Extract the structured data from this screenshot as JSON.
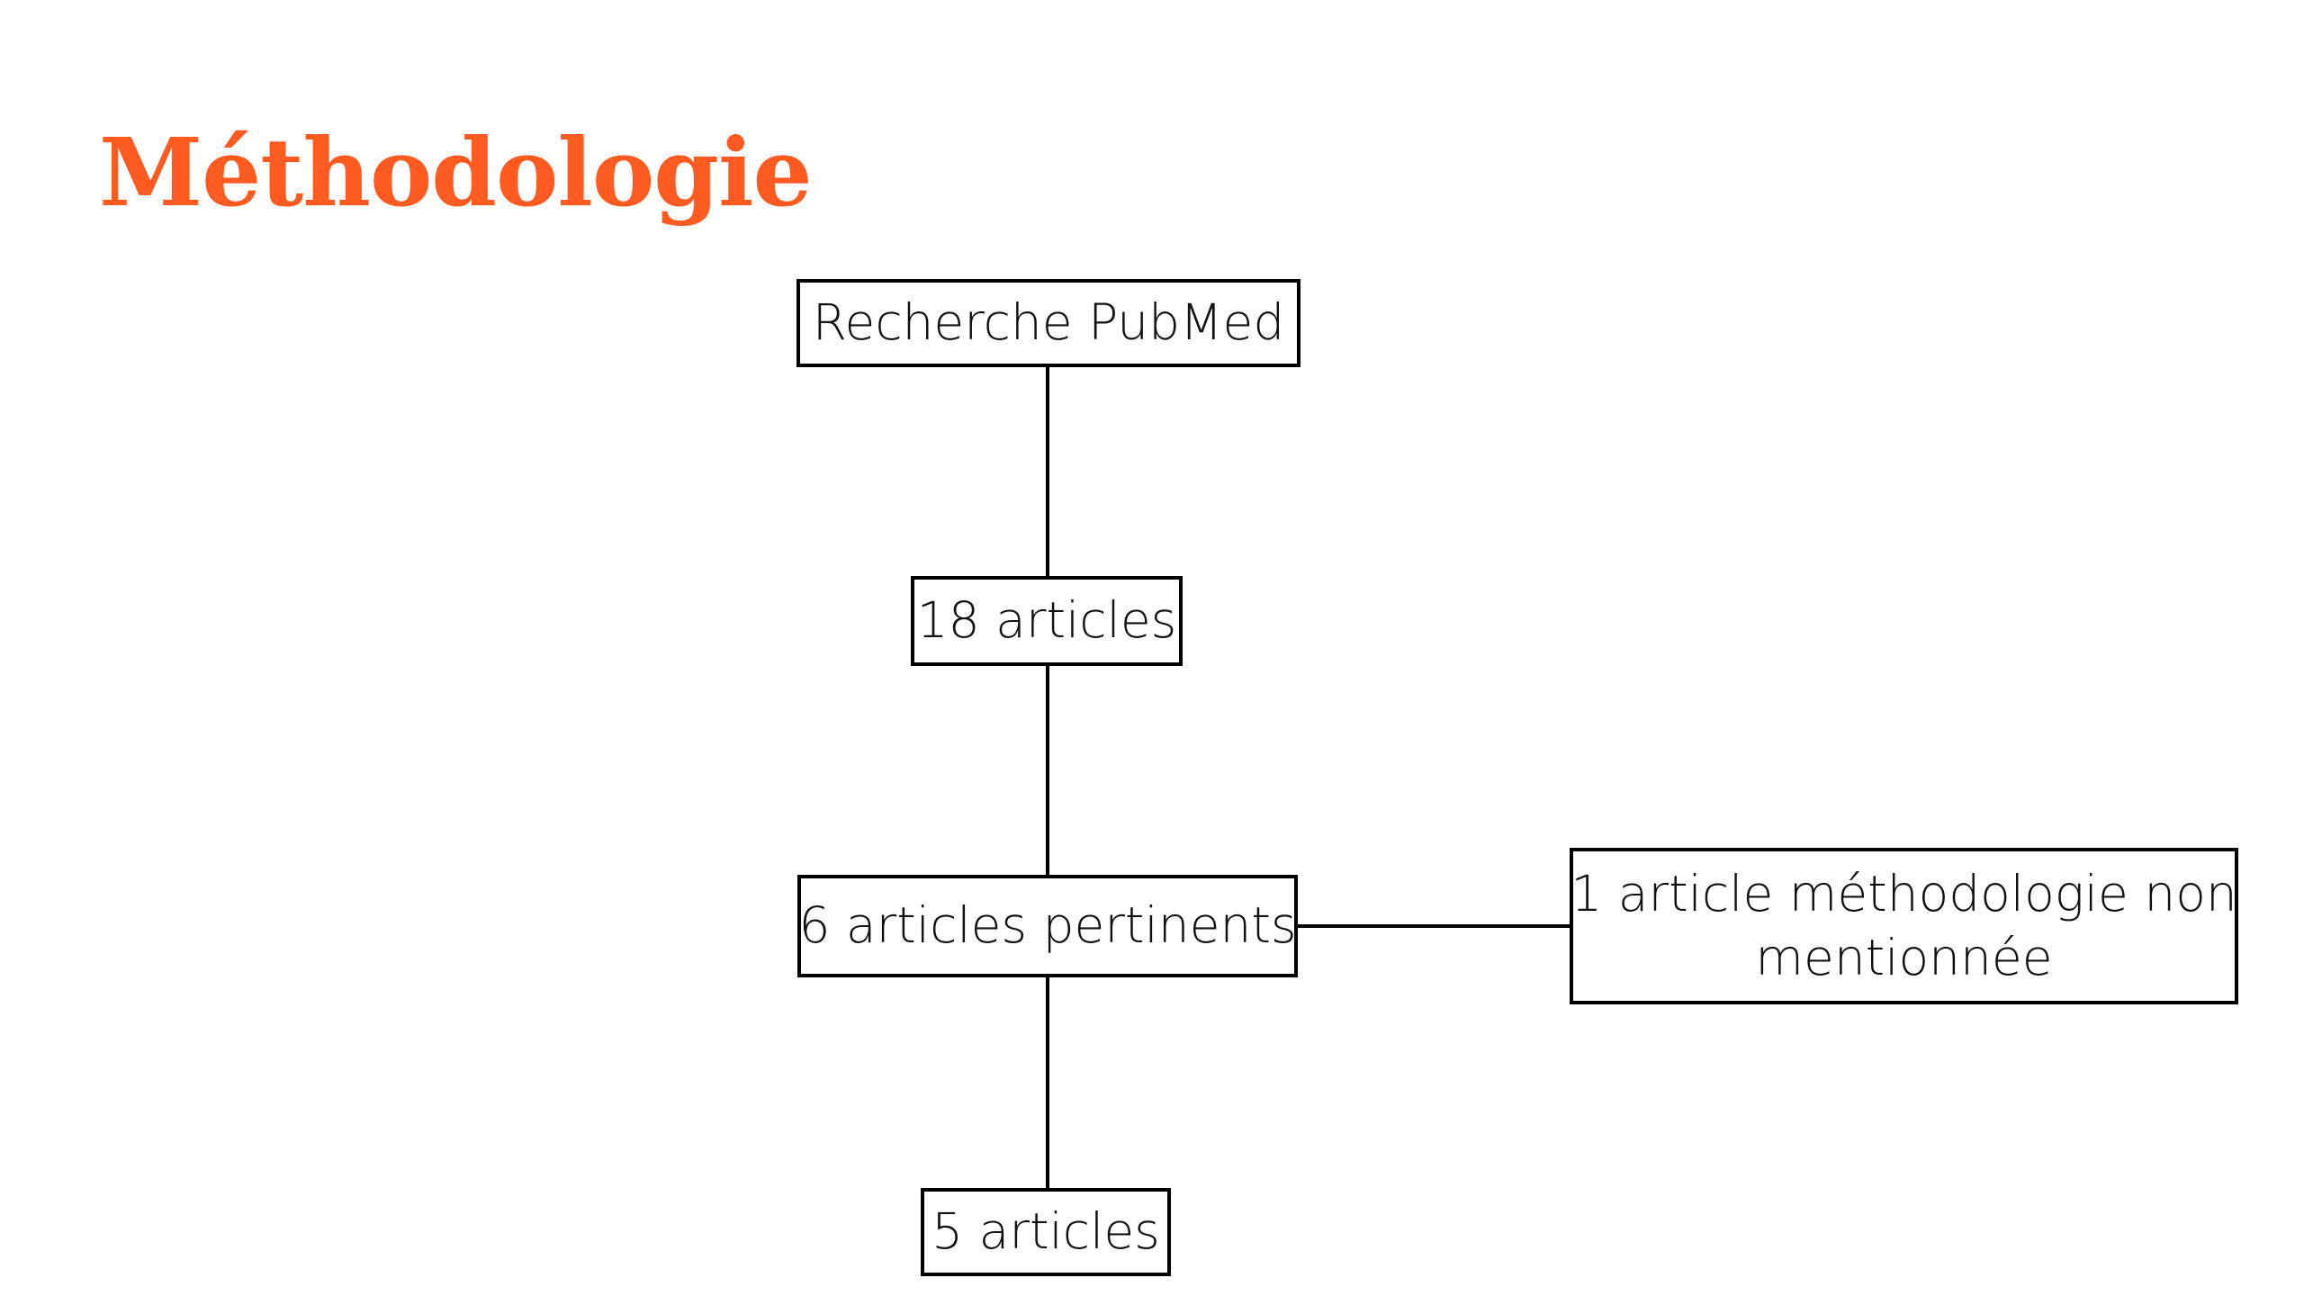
{
  "slide": {
    "title": "Méthodologie",
    "title_color": "#ff5a1f"
  },
  "flowchart": {
    "nodes": {
      "search": "Recherche PubMed",
      "found": "18 articles",
      "relevant": "6 articles pertinents",
      "excluded_line1": "1 article méthodologie non",
      "excluded_line2": "mentionnée",
      "final": "5 articles"
    },
    "edges": [
      [
        "search",
        "found"
      ],
      [
        "found",
        "relevant"
      ],
      [
        "relevant",
        "excluded"
      ],
      [
        "relevant",
        "final"
      ]
    ]
  }
}
